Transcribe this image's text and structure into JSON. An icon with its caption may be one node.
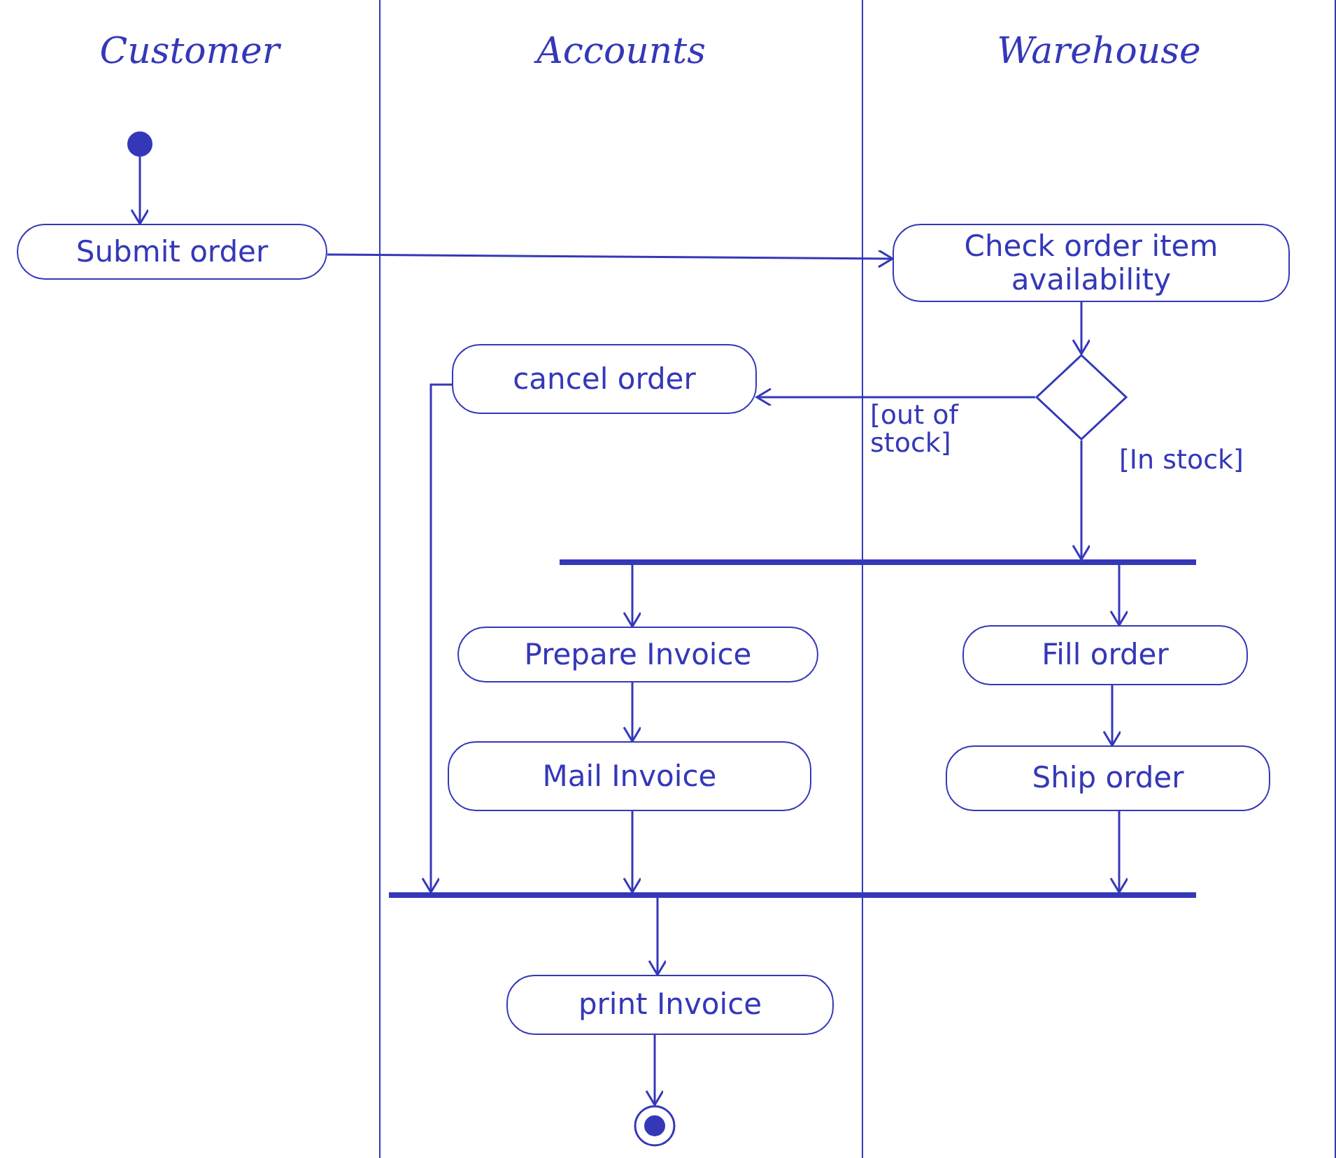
{
  "diagram": {
    "nodes": [
      {
        "text": [
          "Customer"
        ]
      },
      {
        "text": [
          "Accounts"
        ]
      },
      {
        "text": [
          "Warehouse"
        ]
      },
      {
        "text": [],
        "shape": "dot",
        "in": 0
      },
      {
        "text": [
          "Submit order"
        ],
        "in": 0
      },
      {
        "text": [
          "Check order item availability"
        ],
        "in": 2
      },
      {
        "text": [],
        "shape": "diamond",
        "in": 2
      },
      {
        "text": [
          "cancel order"
        ],
        "in": 1
      },
      {
        "text": [],
        "shape": "bar"
      },
      {
        "text": [
          "Prepare Invoice"
        ],
        "in": 1
      },
      {
        "text": [
          "Fill order"
        ],
        "in": 2
      },
      {
        "text": [
          "Mail Invoice"
        ],
        "in": 1
      },
      {
        "text": [
          "Ship order"
        ],
        "in": 2
      },
      {
        "text": [],
        "shape": "bar"
      },
      {
        "text": [
          "print Invoice"
        ],
        "in": 1
      },
      {
        "text": [],
        "shape": "bullseye",
        "in": 1
      }
    ],
    "edges": [
      {
        "from": 3,
        "to": 4,
        "arrow": "to"
      },
      {
        "from": 4,
        "to": 5,
        "arrow": "to"
      },
      {
        "from": 5,
        "to": 6,
        "arrow": "to"
      },
      {
        "from": 6,
        "to": 7,
        "arrow": "to",
        "label": "[out of stock]"
      },
      {
        "from": 6,
        "to": 8,
        "arrow": "to",
        "label": "[In stock]"
      },
      {
        "from": 8,
        "to": 9,
        "arrow": "to"
      },
      {
        "from": 8,
        "to": 10,
        "arrow": "to"
      },
      {
        "from": 9,
        "to": 11,
        "arrow": "to"
      },
      {
        "from": 10,
        "to": 12,
        "arrow": "to"
      },
      {
        "from": 7,
        "to": 13,
        "arrow": "to"
      },
      {
        "from": 11,
        "to": 13,
        "arrow": "to"
      },
      {
        "from": 12,
        "to": 13,
        "arrow": "to"
      },
      {
        "from": 13,
        "to": 14,
        "arrow": "to"
      },
      {
        "from": 14,
        "to": 15,
        "arrow": "to"
      }
    ]
  }
}
